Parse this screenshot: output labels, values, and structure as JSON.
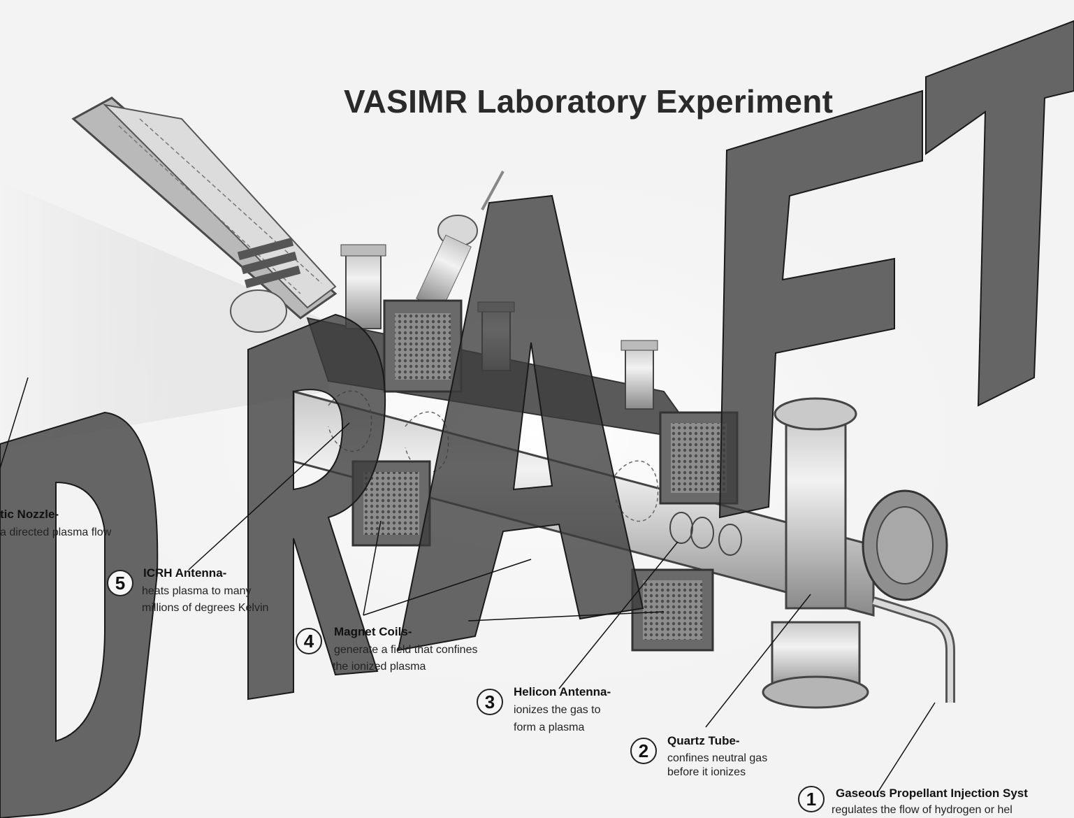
{
  "title": "VASIMR Laboratory Experiment",
  "watermark": "DRAFT",
  "callouts": [
    {
      "number": "1",
      "name": "Gaseous Propellant Injection Syst",
      "desc_line1": "regulates the flow of hydrogen or hel",
      "desc_line2": ""
    },
    {
      "number": "2",
      "name": "Quartz Tube-",
      "desc_line1": "confines neutral gas",
      "desc_line2": "before it ionizes"
    },
    {
      "number": "3",
      "name": "Helicon Antenna-",
      "desc_line1": "ionizes the gas to",
      "desc_line2": "form a plasma"
    },
    {
      "number": "4",
      "name": "Magnet Coils-",
      "desc_line1": "generate a field that confines",
      "desc_line2": "the ionized plasma"
    },
    {
      "number": "5",
      "name": "ICRH Antenna-",
      "desc_line1": "heats plasma to many",
      "desc_line2": "millions of degrees Kelvin"
    },
    {
      "number": "",
      "name": "tic Nozzle-",
      "desc_line1": "a directed plasma flow",
      "desc_line2": ""
    }
  ],
  "colors": {
    "background": "#f3f3f3",
    "metal": "#9a9a9a",
    "watermark": "#3c3c3c"
  }
}
